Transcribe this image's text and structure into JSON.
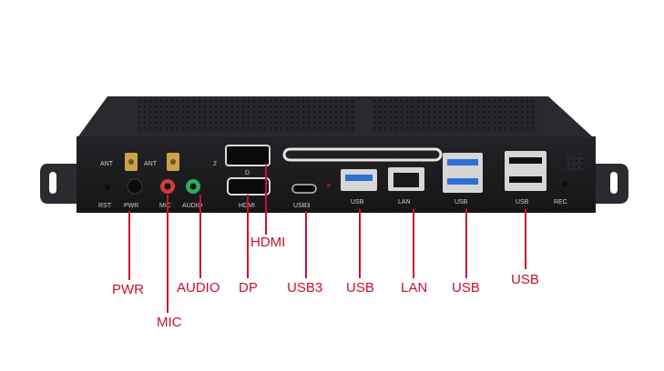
{
  "colors": {
    "callout": "#c8102e",
    "chassis": "#1f1f22",
    "chassis_top": "#2a2a2e",
    "bracket": "#2b2b2f",
    "port_blue": "#2d6fd6",
    "jack_red": "#d23a3a",
    "jack_green": "#2fae5a",
    "antenna_gold": "#c9a24a"
  },
  "silkscreen": {
    "ant_left": "ANT",
    "ant_right": "ANT",
    "ant_mark": "2",
    "rst": "RST",
    "pwr": "PWR",
    "mic": "MIC",
    "audio": "AUDIO",
    "hdmi": "HDMI",
    "dp_mark": "D",
    "usb3": "USB3",
    "usb_1": "USB",
    "lan": "LAN",
    "usb_2": "USB",
    "usb_3": "USB",
    "rec": "REC"
  },
  "callouts": {
    "hdmi": "HDMI",
    "pwr": "PWR",
    "audio": "AUDIO",
    "dp": "DP",
    "usb3": "USB3",
    "usb_1": "USB",
    "lan": "LAN",
    "usb_2": "USB",
    "usb_3": "USB",
    "mic": "MIC"
  }
}
